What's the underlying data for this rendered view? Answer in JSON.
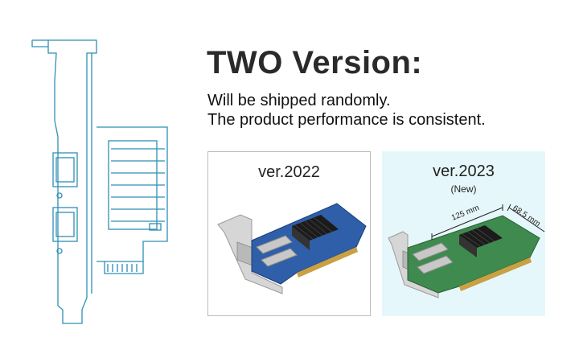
{
  "heading": "TWO Version:",
  "lines": [
    "Will be shipped randomly.",
    "The product performance is consistent."
  ],
  "versions": {
    "old": {
      "label": "ver.2022"
    },
    "new": {
      "label": "ver.2023",
      "tag": "(New)",
      "dim_length": "125 mm",
      "dim_height": "68.5 mm"
    }
  },
  "colors": {
    "outline": "#2e8fb5",
    "old_pcb": "#2f5fa8",
    "new_pcb": "#3f8a4e"
  }
}
